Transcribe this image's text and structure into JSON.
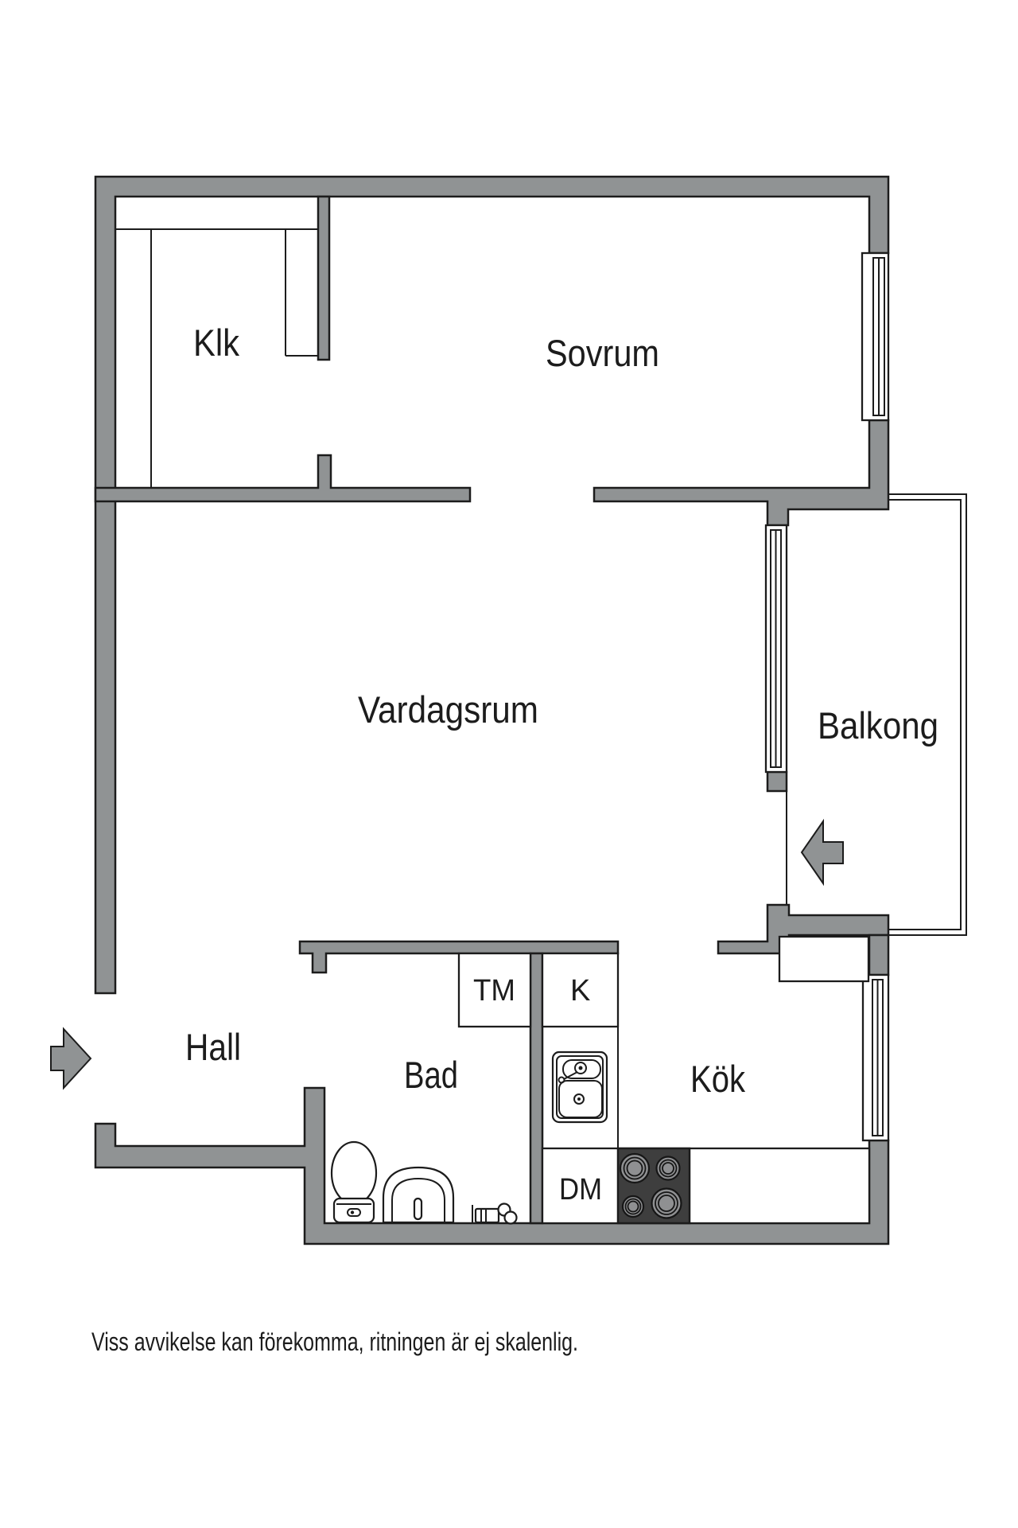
{
  "labels": {
    "klk": "Klk",
    "sovrum": "Sovrum",
    "vardagsrum": "Vardagsrum",
    "balkong": "Balkong",
    "hall": "Hall",
    "bad": "Bad",
    "kok": "Kök",
    "tm": "TM",
    "k": "K",
    "dm": "DM"
  },
  "footer": {
    "disclaimer": "Viss avvikelse kan förekomma, ritningen är ej skalenlig."
  },
  "colors": {
    "wall": "#909394",
    "outline": "#1c1c1c",
    "stove": "#3e3e3e",
    "burner": "#8f9092",
    "background": "#ffffff"
  }
}
